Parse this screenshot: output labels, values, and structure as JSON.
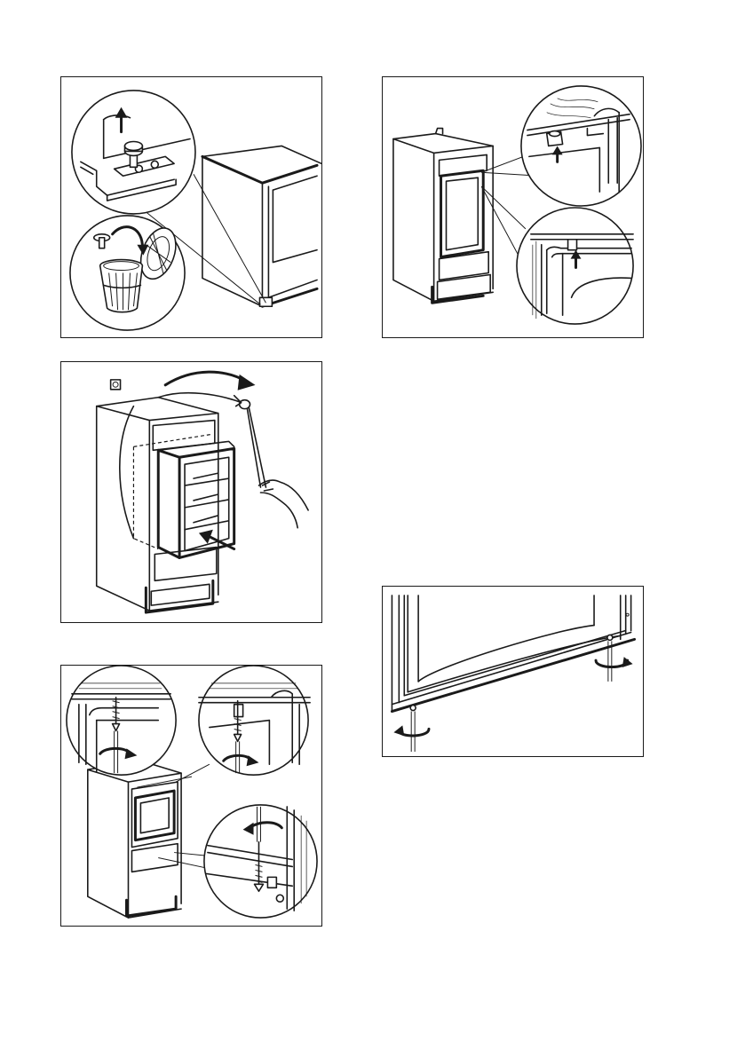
{
  "page": {
    "figures": [
      {
        "id": "remove-foot-bolt",
        "icons": [
          "foot-bolt-icon",
          "bin-icon",
          "arrow-up-icon"
        ]
      },
      {
        "id": "clip-up-hinge",
        "icons": [
          "clip-icon",
          "arrow-up-icon"
        ]
      },
      {
        "id": "push-into-niche",
        "icons": [
          "socket-icon",
          "hand-icon",
          "arrow-icon"
        ]
      },
      {
        "id": "screw-fixing",
        "icons": [
          "screw-icon",
          "rotate-arrow-icon"
        ]
      },
      {
        "id": "bottom-screws",
        "icons": [
          "screwdriver-icon",
          "rotate-arrow-icon"
        ]
      }
    ]
  }
}
